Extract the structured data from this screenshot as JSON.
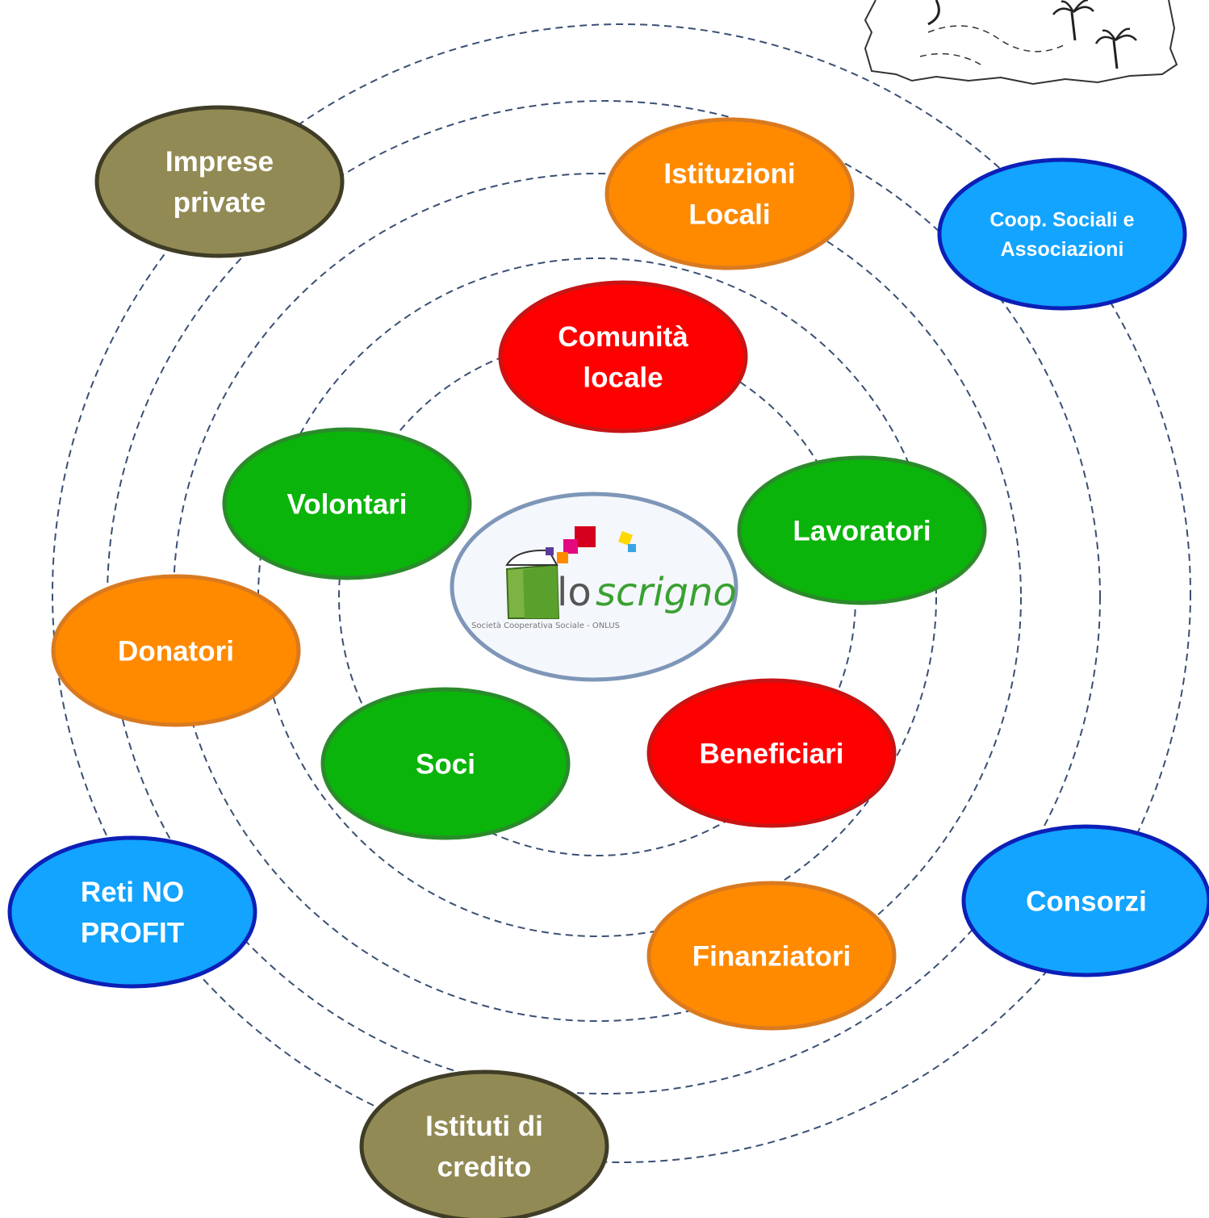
{
  "colors": {
    "green": "#0ab40a",
    "green_border": "#2b8b2b",
    "red": "#ff0000",
    "red_border": "#c81414",
    "orange": "#ff8a00",
    "orange_border": "#d97a20",
    "blue": "#12a4ff",
    "blue_border": "#0c1fb6",
    "olive": "#928a54",
    "olive_border": "#3f3d26",
    "ring": "#3a4f73"
  },
  "center_logo": {
    "name_part1": "lo",
    "name_part2": "scrigno",
    "tagline": "Società Cooperativa Sociale - ONLUS"
  },
  "nodes": [
    {
      "id": "comunita-locale",
      "lines": [
        "Comunità",
        "locale"
      ],
      "group": "red"
    },
    {
      "id": "volontari",
      "lines": [
        "Volontari"
      ],
      "group": "green"
    },
    {
      "id": "lavoratori",
      "lines": [
        "Lavoratori"
      ],
      "group": "green"
    },
    {
      "id": "soci",
      "lines": [
        "Soci"
      ],
      "group": "green"
    },
    {
      "id": "beneficiari",
      "lines": [
        "Beneficiari"
      ],
      "group": "red"
    },
    {
      "id": "istituzioni-locali",
      "lines": [
        "Istituzioni",
        "Locali"
      ],
      "group": "orange"
    },
    {
      "id": "donatori",
      "lines": [
        "Donatori"
      ],
      "group": "orange"
    },
    {
      "id": "finanziatori",
      "lines": [
        "Finanziatori"
      ],
      "group": "orange"
    },
    {
      "id": "imprese-private",
      "lines": [
        "Imprese",
        "private"
      ],
      "group": "olive"
    },
    {
      "id": "istituti-di-credito",
      "lines": [
        "Istituti di",
        "credito"
      ],
      "group": "olive"
    },
    {
      "id": "coop-sociali",
      "lines": [
        "Coop. Sociali e",
        "Associazioni"
      ],
      "group": "blue"
    },
    {
      "id": "reti-no-profit",
      "lines": [
        "Reti NO",
        "PROFIT"
      ],
      "group": "blue"
    },
    {
      "id": "consorzi",
      "lines": [
        "Consorzi"
      ],
      "group": "blue"
    }
  ],
  "decoration": {
    "icon": "treasure-map-icon"
  }
}
